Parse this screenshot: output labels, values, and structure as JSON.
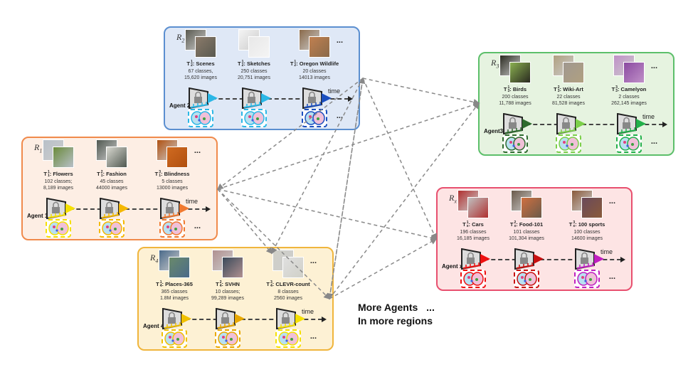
{
  "panels": [
    {
      "id": "r2",
      "region": "R",
      "region_sub": "2",
      "agent": "Agent 2",
      "bg": "#dfe8f6",
      "border": "#5b8fd0",
      "tasks": [
        {
          "sup": "1",
          "sub": "2",
          "name": "Scenes",
          "line1": "67 classes,",
          "line2": "15,620 images",
          "color": "#2bb7e6",
          "imgs": [
            "#5a5a50",
            "#8a7a6a"
          ]
        },
        {
          "sup": "1",
          "sub": "2",
          "name": "Sketches",
          "line1": "250 classes",
          "line2": "20,751 images",
          "color": "#2bb7e6",
          "imgs": [
            "#f4f4f4",
            "#e8e8e8"
          ]
        },
        {
          "sup": "1",
          "sub": "2",
          "name": "Oregon Wildlife",
          "line1": "20 classes",
          "line2": "14013 images",
          "color": "#1b4fbf",
          "imgs": [
            "#8a6a4a",
            "#c08050"
          ]
        }
      ]
    },
    {
      "id": "r3",
      "region": "R",
      "region_sub": "3",
      "agent": "Agent3",
      "bg": "#e6f3e0",
      "border": "#5cbf6a",
      "tasks": [
        {
          "sup": "1",
          "sub": "3",
          "name": "Birds",
          "line1": "200 classes",
          "line2": "11,788 images",
          "color": "#2e6b2e",
          "imgs": [
            "#2a2a20",
            "#8ab050"
          ]
        },
        {
          "sup": "2",
          "sub": "3",
          "name": "Wiki-Art",
          "line1": "22 classes",
          "line2": "81,528 images",
          "color": "#7ccf4a",
          "imgs": [
            "#b0a080",
            "#a09890"
          ]
        },
        {
          "sup": "3",
          "sub": "3",
          "name": "Camelyon",
          "line1": "2 classes",
          "line2": "262,145 images",
          "color": "#22b04a",
          "imgs": [
            "#c090c8",
            "#8a4aa0"
          ]
        }
      ]
    },
    {
      "id": "r1",
      "region": "R",
      "region_sub": "1",
      "agent": "Agent 1",
      "bg": "#fdeee4",
      "border": "#f08a4b",
      "tasks": [
        {
          "sup": "1",
          "sub": "1",
          "name": "Flowers",
          "line1": "102 classes;",
          "line2": "8,189 images",
          "color": "#f5e000",
          "imgs": [
            "#b8c0c8",
            "#6a8a3a"
          ]
        },
        {
          "sup": "2",
          "sub": "1",
          "name": "Fashion",
          "line1": "45 classes",
          "line2": "44000 images",
          "color": "#f5b800",
          "imgs": [
            "#505850",
            "#d8d8d0"
          ]
        },
        {
          "sup": "3",
          "sub": "1",
          "name": "Blindness",
          "line1": "5 classes",
          "line2": "13000 images",
          "color": "#f07a30",
          "imgs": [
            "#b05010",
            "#d06a20"
          ]
        }
      ]
    },
    {
      "id": "rx",
      "region": "R",
      "region_sub": "x",
      "agent": "Agent x",
      "bg": "#fde4e4",
      "border": "#e8506f",
      "tasks": [
        {
          "sup": "1",
          "sub": "x",
          "name": "Cars",
          "line1": "196 classes",
          "line2": "16,185 images",
          "color": "#ee1010",
          "imgs": [
            "#b03030",
            "#c0c0c0"
          ]
        },
        {
          "sup": "2",
          "sub": "x",
          "name": "Food-101",
          "line1": "101 classes",
          "line2": "101,304 images",
          "color": "#c81010",
          "imgs": [
            "#6a5a4a",
            "#d07040"
          ]
        },
        {
          "sup": "3",
          "sub": "x",
          "name": "100 sports",
          "line1": "100 classes",
          "line2": "14600 images",
          "color": "#c020c0",
          "imgs": [
            "#8a5a3a",
            "#6a4a5a"
          ]
        }
      ]
    },
    {
      "id": "r4",
      "region": "R",
      "region_sub": "4",
      "agent": "Agent 4",
      "bg": "#fdf1d4",
      "border": "#f0b53c",
      "tasks": [
        {
          "sup": "1",
          "sub": "4",
          "name": "Places-365",
          "line1": "365 classes",
          "line2": "1.8M images",
          "color": "#f0c000",
          "imgs": [
            "#4a6a8a",
            "#6a8a6a"
          ]
        },
        {
          "sup": "2",
          "sub": "4",
          "name": "SVHN",
          "line1": "10 classes;",
          "line2": "99,289 images",
          "color": "#e8a800",
          "imgs": [
            "#b09090",
            "#3a4a5a"
          ]
        },
        {
          "sup": "3",
          "sub": "4",
          "name": "CLEVR-count",
          "line1": "8 classes",
          "line2": "2560 images",
          "color": "#f5e000",
          "imgs": [
            "#d0d0c8",
            "#e0e0e0"
          ]
        }
      ]
    }
  ],
  "common": {
    "task_letter": "T",
    "time_label": "time",
    "ellipsis": "..."
  },
  "footer": {
    "line1": "More Agents",
    "line1_dots": "...",
    "line2": "In more regions"
  }
}
